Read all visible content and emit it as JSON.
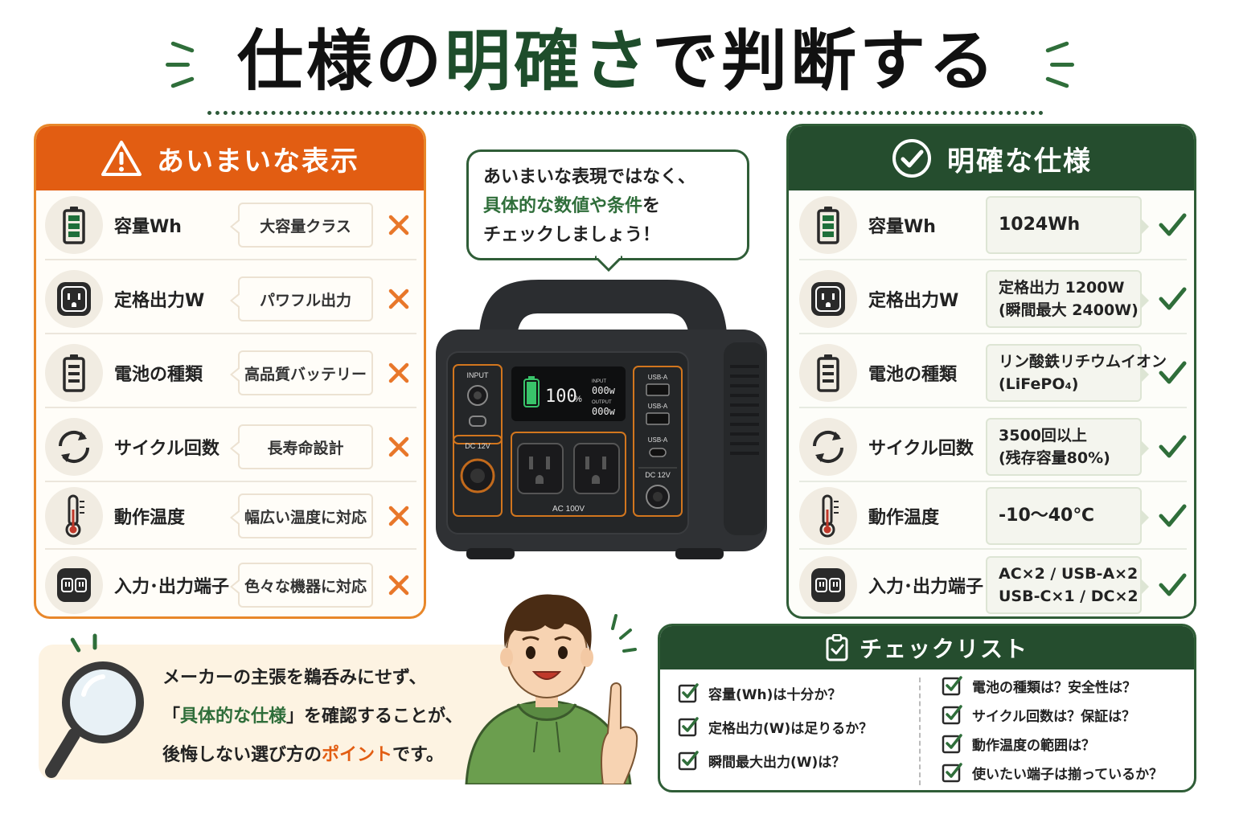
{
  "title": {
    "part1": "仕様の",
    "part2": "明確さ",
    "part3": "で判断する"
  },
  "bubble": {
    "line1": "あいまいな表現ではなく、",
    "line2_green": "具体的な数値や条件",
    "line2_rest": "を",
    "line3": "チェックしましょう！"
  },
  "vague_panel": {
    "heading": "あいまいな表示",
    "rows": [
      {
        "label": "容量Wh",
        "claim": "大容量クラス"
      },
      {
        "label": "定格出力W",
        "claim": "パワフル出力"
      },
      {
        "label": "電池の種類",
        "claim": "高品質バッテリー"
      },
      {
        "label": "サイクル回数",
        "claim": "長寿命設計"
      },
      {
        "label": "動作温度",
        "claim": "幅広い温度に対応"
      },
      {
        "label": "入力･出力端子",
        "claim": "色々な機器に対応"
      }
    ]
  },
  "clear_panel": {
    "heading": "明確な仕様",
    "rows": [
      {
        "label": "容量Wh",
        "line1": "1024Wh",
        "line2": ""
      },
      {
        "label": "定格出力W",
        "line1": "定格出力 1200W",
        "line2": "(瞬間最大 2400W)"
      },
      {
        "label": "電池の種類",
        "line1": "リン酸鉄リチウムイオン",
        "line2": "(LiFePO₄)"
      },
      {
        "label": "サイクル回数",
        "line1": "3500回以上",
        "line2": "(残存容量80%)"
      },
      {
        "label": "動作温度",
        "line1": "-10～40℃",
        "line2": ""
      },
      {
        "label": "入力･出力端子",
        "line1": "AC×2 / USB-A×2",
        "line2": "USB-C×1 / DC×2"
      }
    ]
  },
  "device": {
    "input_label": "INPUT",
    "battery_pct": "100",
    "pct_sign": "%",
    "display_input_label": "INPUT",
    "display_input_value": "000w",
    "display_output_label": "OUTPUT",
    "display_output_value": "000w",
    "dc_left": "DC 12V",
    "ac_label": "AC 100V",
    "usb1": "USB-A",
    "usb2": "USB-A",
    "usb3": "USB-A",
    "dc_right": "DC 12V",
    "battery_level": 1.0
  },
  "note": {
    "line1": "メーカーの主張を鵜呑みにせず、",
    "line2_pre": "「",
    "line2_green": "具体的な仕様",
    "line2_rest": "」を確認することが、",
    "line3_pre": "後悔しない選び方の",
    "line3_orange": "ポイント",
    "line3_rest": "です。"
  },
  "checklist": {
    "heading": "チェックリスト",
    "left": [
      "容量(Wh)は十分か？",
      "定格出力(W)は足りるか？",
      "瞬間最大出力(W)は？"
    ],
    "right": [
      "電池の種類は？安全性は？",
      "サイクル回数は？保証は？",
      "動作温度の範囲は？",
      "使いたい端子は揃っているか？"
    ]
  },
  "colors": {
    "orange": "#e25d12",
    "dark_green": "#254d2e",
    "check_green": "#2f6e3a",
    "x_orange": "#e8772a"
  },
  "icons": {
    "warning": "warning-triangle-icon",
    "check_circle": "check-circle-icon",
    "battery": "battery-icon",
    "outlet": "outlet-icon",
    "cycle": "cycle-arrows-icon",
    "thermometer": "thermometer-icon",
    "ports": "ports-icon",
    "magnifier": "magnifier-icon",
    "clipboard": "clipboard-check-icon"
  }
}
